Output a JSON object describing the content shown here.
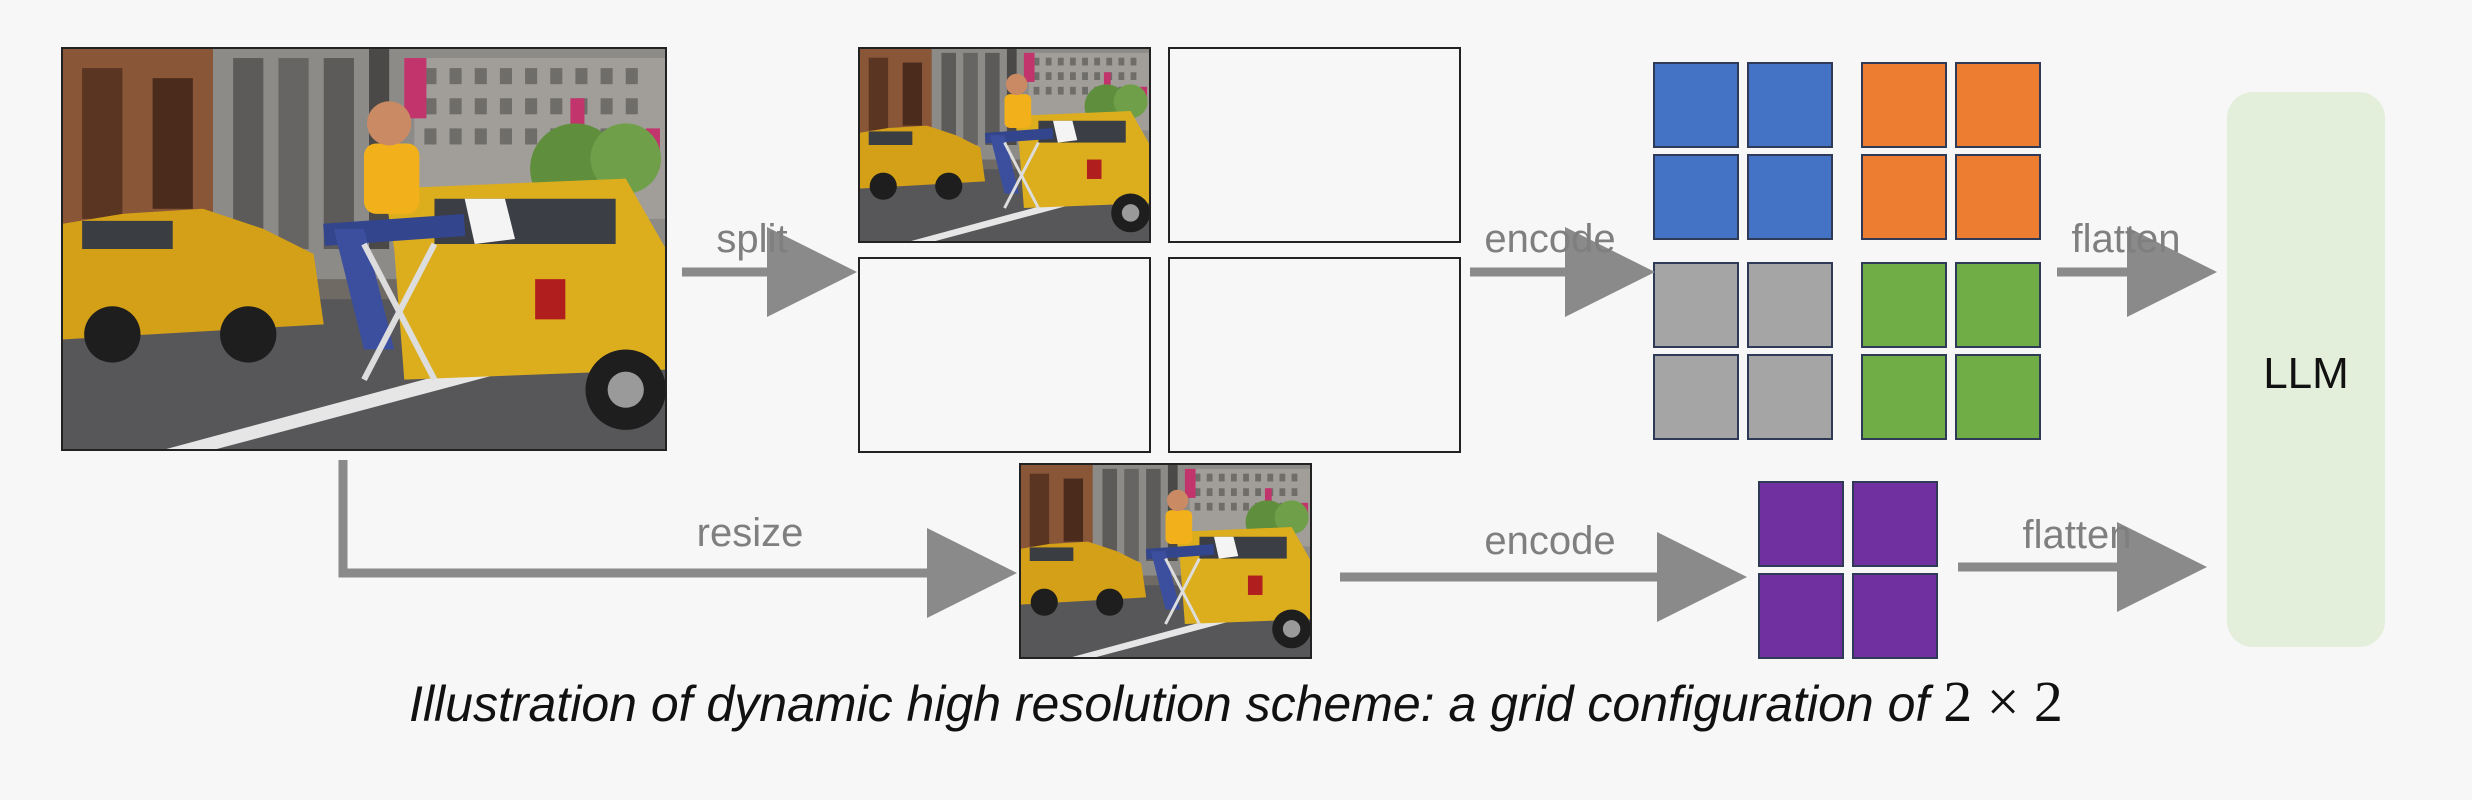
{
  "labels": {
    "split": "split",
    "encode_top": "encode",
    "encode_bottom": "encode",
    "flatten_top": "flatten",
    "flatten_bottom": "flatten",
    "resize": "resize",
    "llm": "LLM"
  },
  "caption": {
    "text": "Illustration of dynamic high resolution scheme: a grid configuration of",
    "math": "2 × 2"
  },
  "colors": {
    "arrow": "#8a8a8a",
    "tile_blue": "#4472c4",
    "tile_orange": "#ed7d31",
    "tile_gray": "#a5a5a5",
    "tile_green": "#70ad47",
    "tile_purple": "#7030a0",
    "tile_border": "#2f3a56",
    "llm_box": "#e3eedb"
  }
}
